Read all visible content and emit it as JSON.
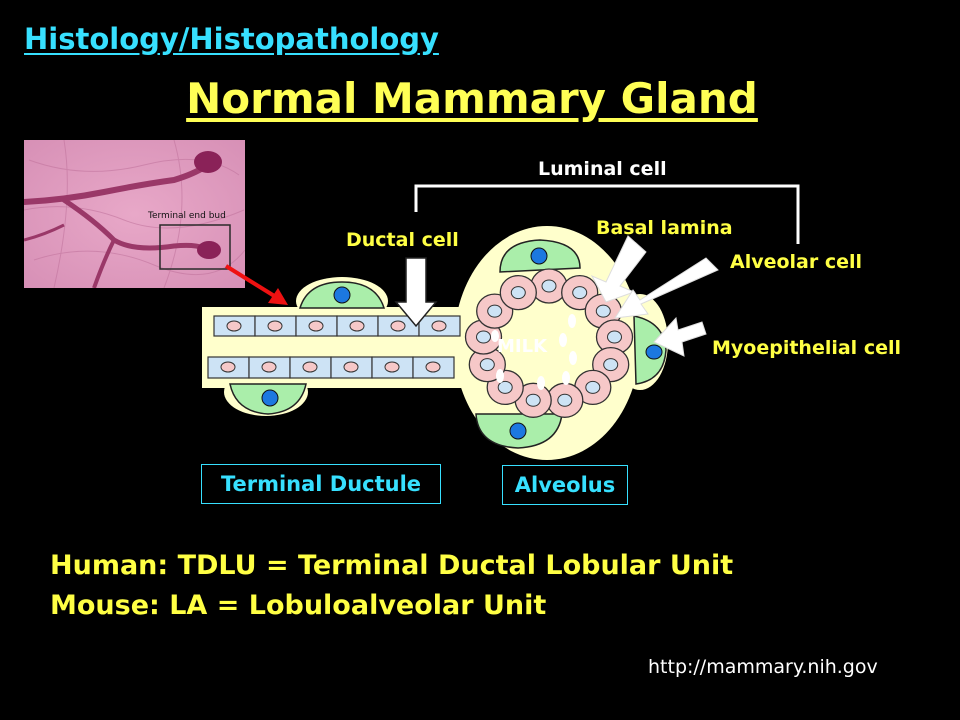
{
  "header": {
    "section_title": "Histology/Histopathology",
    "main_title": "Normal Mammary Gland"
  },
  "micrograph": {
    "caption": "Terminal end bud"
  },
  "diagram": {
    "labels": {
      "luminal_cell": "Luminal cell",
      "ductal_cell": "Ductal cell",
      "basal_lamina": "Basal lamina",
      "alveolar_cell": "Alveolar cell",
      "myoepithelial_cell": "Myoepithelial cell",
      "milk": "MILK"
    },
    "boxes": {
      "terminal_ductule": "Terminal Ductule",
      "alveolus": "Alveolus"
    }
  },
  "notes": {
    "human": "Human: TDLU = Terminal Ductal Lobular Unit",
    "mouse": "Mouse: LA = Lobuloalveolar Unit"
  },
  "footer": {
    "source_url": "http://mammary.nih.gov"
  },
  "colors": {
    "section_title": "#37e0ff",
    "main_title": "#ffff55",
    "label_yellow": "#ffff44",
    "stroma": "#ffffcc",
    "myoepithelial": "#aaeeaa",
    "luminal_cell_fill": "#cde3f5",
    "alveolar_cell_fill": "#f6c8c8",
    "nucleus_blue": "#1c78e0",
    "arrow_red": "#ee1111"
  }
}
